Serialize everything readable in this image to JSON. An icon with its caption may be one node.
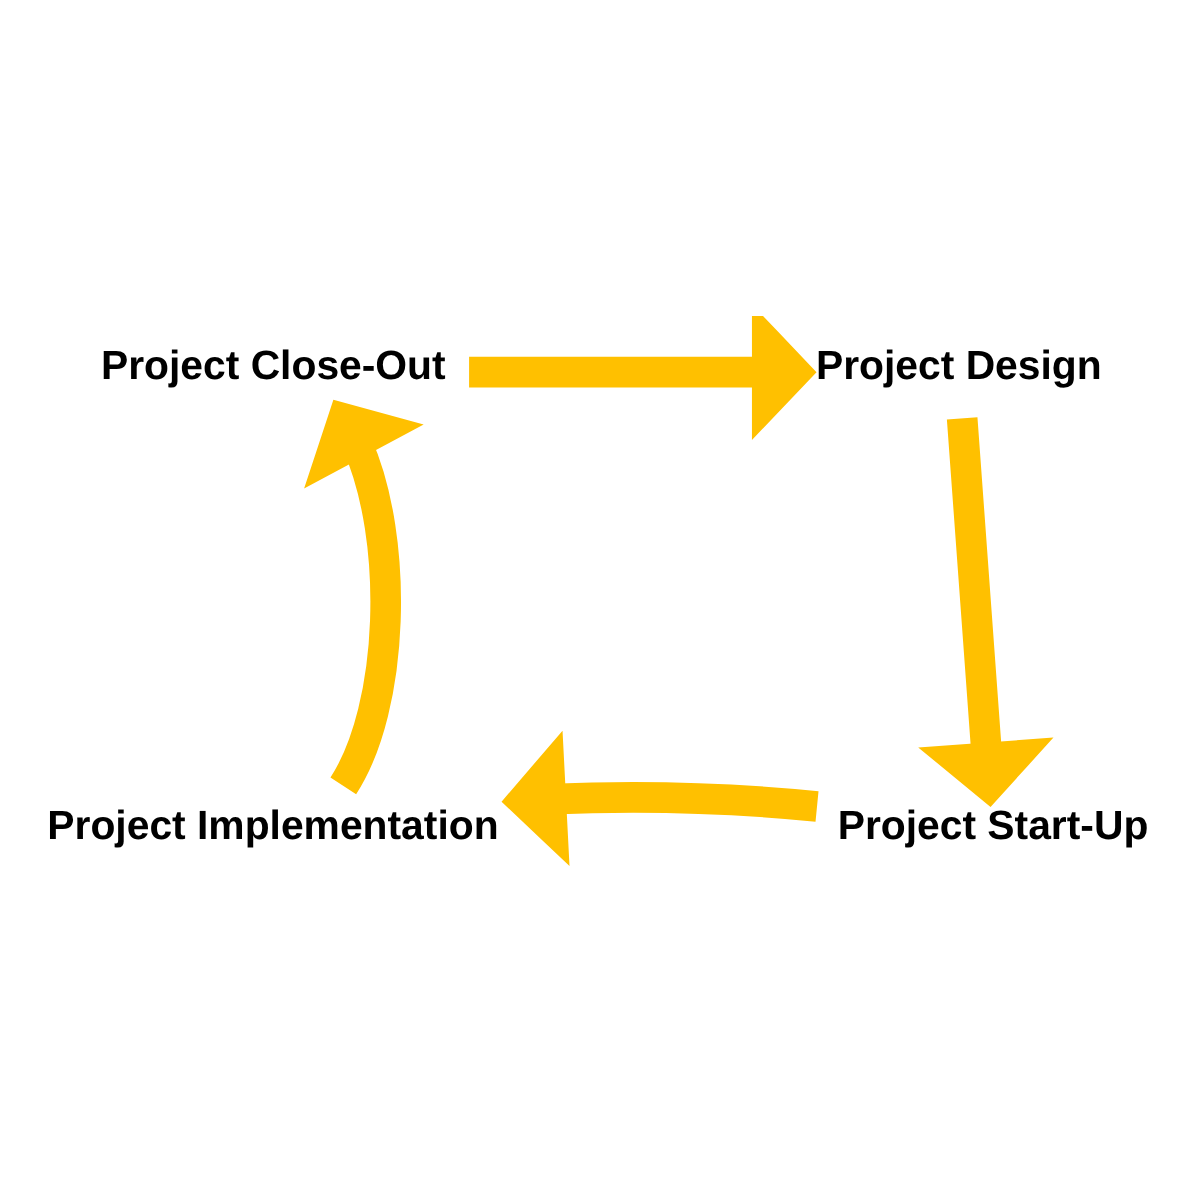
{
  "diagram": {
    "nodes": [
      {
        "text": [
          "Project Close-Out"
        ]
      },
      {
        "text": [
          "Project Design"
        ]
      },
      {
        "text": [
          "Project Start-Up"
        ]
      },
      {
        "text": [
          "Project Implementation"
        ]
      }
    ],
    "edges": [
      {
        "from": 0,
        "to": 1,
        "arrow": "to"
      },
      {
        "from": 1,
        "to": 2,
        "arrow": "to"
      },
      {
        "from": 2,
        "to": 3,
        "arrow": "to"
      },
      {
        "from": 3,
        "to": 0,
        "arrow": "to"
      }
    ]
  }
}
